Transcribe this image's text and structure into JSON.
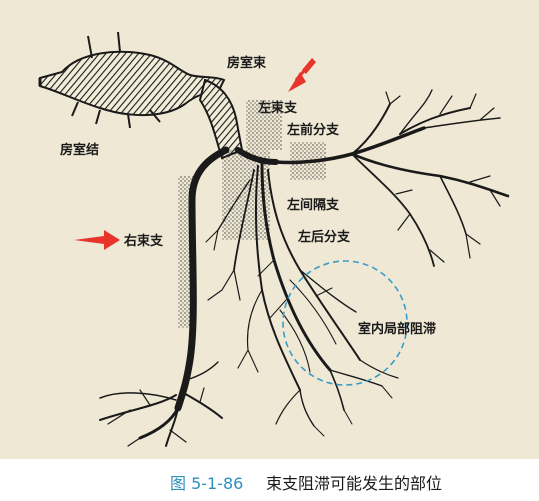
{
  "labels": {
    "his_bundle": "房室束",
    "av_node": "房室结",
    "left_bundle_branch": "左束支",
    "left_anterior_fascicle": "左前分支",
    "left_septal_fascicle": "左间隔支",
    "left_posterior_fascicle": "左后分支",
    "right_bundle_branch": "右束支",
    "intraventricular_block": "室内局部阻滞"
  },
  "caption": {
    "figure_number": "图 5-1-86",
    "title": "束支阻滞可能发生的部位"
  },
  "colors": {
    "background": "#efe8d5",
    "ink": "#1a1a1a",
    "arrow": "#e8342a",
    "dashed_circle": "#3a9cc8",
    "caption_number": "#2f8fbd"
  }
}
